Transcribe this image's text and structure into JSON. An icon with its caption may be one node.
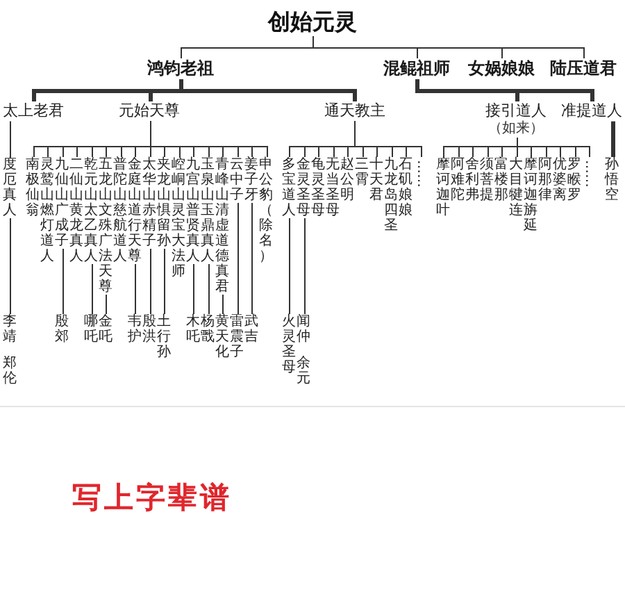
{
  "diagram": {
    "caption": "写上字辈谱",
    "nodes": [
      {
        "text": [
          "创始元灵"
        ]
      },
      {
        "text": [
          "鸿钧老祖"
        ]
      },
      {
        "text": [
          "混鲲祖师"
        ]
      },
      {
        "text": [
          "女娲娘娘"
        ]
      },
      {
        "text": [
          "陆压道君"
        ]
      },
      {
        "text": [
          "太上老君"
        ]
      },
      {
        "text": [
          "元始天尊"
        ]
      },
      {
        "text": [
          "通天教主"
        ]
      },
      {
        "text": [
          "接引道人",
          "（如来）"
        ]
      },
      {
        "text": [
          "准提道人"
        ]
      },
      {
        "text": [
          "度厄真人"
        ]
      },
      {
        "text": [
          "南极仙翁"
        ]
      },
      {
        "text": [
          "灵鹫山燃灯道人"
        ]
      },
      {
        "text": [
          "九仙山广成子"
        ]
      },
      {
        "text": [
          "二仙山黄龙真人"
        ]
      },
      {
        "text": [
          "乾元山太乙真人"
        ]
      },
      {
        "text": [
          "五龙山文殊广法天尊"
        ]
      },
      {
        "text": [
          "普陀山慈航道人"
        ]
      },
      {
        "text": [
          "金庭山道行天尊"
        ]
      },
      {
        "text": [
          "太华山赤精子"
        ]
      },
      {
        "text": [
          "夹龙山惧留孙"
        ]
      },
      {
        "text": [
          "崆峒山灵宝大法师"
        ]
      },
      {
        "text": [
          "九宫山普贤真人"
        ]
      },
      {
        "text": [
          "玉泉山玉鼎真人"
        ]
      },
      {
        "text": [
          "青峰山清虚道德真君"
        ]
      },
      {
        "text": [
          "云中子"
        ]
      },
      {
        "text": [
          "姜子牙"
        ]
      },
      {
        "text": [
          "申公豹（除名）"
        ]
      },
      {
        "text": [
          "多宝道人"
        ]
      },
      {
        "text": [
          "金灵圣母"
        ]
      },
      {
        "text": [
          "龟灵圣母"
        ]
      },
      {
        "text": [
          "无当圣母"
        ]
      },
      {
        "text": [
          "赵公明"
        ]
      },
      {
        "text": [
          "三霄"
        ]
      },
      {
        "text": [
          "十天君"
        ]
      },
      {
        "text": [
          "九龙岛四圣"
        ]
      },
      {
        "text": [
          "石矶娘娘"
        ]
      },
      {
        "text": [
          "……"
        ]
      },
      {
        "text": [
          "摩诃迦叶"
        ]
      },
      {
        "text": [
          "阿难陀"
        ]
      },
      {
        "text": [
          "舍利弗"
        ]
      },
      {
        "text": [
          "须菩提"
        ]
      },
      {
        "text": [
          "富楼那"
        ]
      },
      {
        "text": [
          "大目犍连"
        ]
      },
      {
        "text": [
          "摩诃迦旃延"
        ]
      },
      {
        "text": [
          "阿那律"
        ]
      },
      {
        "text": [
          "优婆离"
        ]
      },
      {
        "text": [
          "罗睺罗"
        ]
      },
      {
        "text": [
          "……"
        ]
      },
      {
        "text": [
          "孙悟空"
        ]
      },
      {
        "text": [
          "李靖",
          "郑伦"
        ]
      },
      {
        "text": [
          "殷郊"
        ]
      },
      {
        "text": [
          "哪吒"
        ]
      },
      {
        "text": [
          "金吒"
        ]
      },
      {
        "text": [
          "韦护"
        ]
      },
      {
        "text": [
          "殷洪"
        ]
      },
      {
        "text": [
          "土行孙"
        ]
      },
      {
        "text": [
          "木吒"
        ]
      },
      {
        "text": [
          "杨戬"
        ]
      },
      {
        "text": [
          "黄天化"
        ]
      },
      {
        "text": [
          "雷震子"
        ]
      },
      {
        "text": [
          "武吉"
        ]
      },
      {
        "text": [
          "火灵圣母"
        ]
      },
      {
        "text": [
          "闻仲",
          "余元"
        ]
      }
    ],
    "edges": [
      {
        "from": 0,
        "to": 1,
        "arrow": "none"
      },
      {
        "from": 0,
        "to": 2,
        "arrow": "none"
      },
      {
        "from": 0,
        "to": 3,
        "arrow": "none"
      },
      {
        "from": 0,
        "to": 4,
        "arrow": "none"
      },
      {
        "from": 1,
        "to": 5,
        "arrow": "none",
        "style": "thick"
      },
      {
        "from": 1,
        "to": 6,
        "arrow": "none",
        "style": "thick"
      },
      {
        "from": 1,
        "to": 7,
        "arrow": "none",
        "style": "thick"
      },
      {
        "from": 2,
        "to": 8,
        "arrow": "none",
        "style": "thick"
      },
      {
        "from": 2,
        "to": 9,
        "arrow": "none",
        "style": "thick"
      },
      {
        "from": 5,
        "to": 10,
        "arrow": "none"
      },
      {
        "from": 6,
        "to": 11,
        "arrow": "none"
      },
      {
        "from": 6,
        "to": 12,
        "arrow": "none"
      },
      {
        "from": 6,
        "to": 13,
        "arrow": "none"
      },
      {
        "from": 6,
        "to": 14,
        "arrow": "none"
      },
      {
        "from": 6,
        "to": 15,
        "arrow": "none"
      },
      {
        "from": 6,
        "to": 16,
        "arrow": "none"
      },
      {
        "from": 6,
        "to": 17,
        "arrow": "none"
      },
      {
        "from": 6,
        "to": 18,
        "arrow": "none"
      },
      {
        "from": 6,
        "to": 19,
        "arrow": "none"
      },
      {
        "from": 6,
        "to": 20,
        "arrow": "none"
      },
      {
        "from": 6,
        "to": 21,
        "arrow": "none"
      },
      {
        "from": 6,
        "to": 22,
        "arrow": "none"
      },
      {
        "from": 6,
        "to": 23,
        "arrow": "none"
      },
      {
        "from": 6,
        "to": 24,
        "arrow": "none"
      },
      {
        "from": 6,
        "to": 25,
        "arrow": "none"
      },
      {
        "from": 6,
        "to": 26,
        "arrow": "none"
      },
      {
        "from": 6,
        "to": 27,
        "arrow": "none"
      },
      {
        "from": 7,
        "to": 28,
        "arrow": "none"
      },
      {
        "from": 7,
        "to": 29,
        "arrow": "none"
      },
      {
        "from": 7,
        "to": 30,
        "arrow": "none"
      },
      {
        "from": 7,
        "to": 31,
        "arrow": "none"
      },
      {
        "from": 7,
        "to": 32,
        "arrow": "none"
      },
      {
        "from": 7,
        "to": 33,
        "arrow": "none"
      },
      {
        "from": 7,
        "to": 34,
        "arrow": "none"
      },
      {
        "from": 7,
        "to": 35,
        "arrow": "none"
      },
      {
        "from": 7,
        "to": 36,
        "arrow": "none"
      },
      {
        "from": 7,
        "to": 37,
        "arrow": "none"
      },
      {
        "from": 8,
        "to": 38,
        "arrow": "none"
      },
      {
        "from": 8,
        "to": 39,
        "arrow": "none"
      },
      {
        "from": 8,
        "to": 40,
        "arrow": "none"
      },
      {
        "from": 8,
        "to": 41,
        "arrow": "none"
      },
      {
        "from": 8,
        "to": 42,
        "arrow": "none"
      },
      {
        "from": 8,
        "to": 43,
        "arrow": "none"
      },
      {
        "from": 8,
        "to": 44,
        "arrow": "none"
      },
      {
        "from": 8,
        "to": 45,
        "arrow": "none"
      },
      {
        "from": 8,
        "to": 46,
        "arrow": "none"
      },
      {
        "from": 8,
        "to": 47,
        "arrow": "none"
      },
      {
        "from": 8,
        "to": 48,
        "arrow": "none"
      },
      {
        "from": 9,
        "to": 49,
        "arrow": "none",
        "style": "thick"
      },
      {
        "from": 10,
        "to": 50,
        "arrow": "none"
      },
      {
        "from": 13,
        "to": 51,
        "arrow": "none"
      },
      {
        "from": 15,
        "to": 52,
        "arrow": "none"
      },
      {
        "from": 16,
        "to": 53,
        "arrow": "none"
      },
      {
        "from": 18,
        "to": 54,
        "arrow": "none"
      },
      {
        "from": 19,
        "to": 55,
        "arrow": "none"
      },
      {
        "from": 20,
        "to": 56,
        "arrow": "none"
      },
      {
        "from": 22,
        "to": 57,
        "arrow": "none"
      },
      {
        "from": 23,
        "to": 58,
        "arrow": "none"
      },
      {
        "from": 24,
        "to": 59,
        "arrow": "none"
      },
      {
        "from": 25,
        "to": 60,
        "arrow": "none"
      },
      {
        "from": 26,
        "to": 61,
        "arrow": "none"
      },
      {
        "from": 28,
        "to": 62,
        "arrow": "none"
      },
      {
        "from": 29,
        "to": 63,
        "arrow": "none"
      }
    ]
  }
}
